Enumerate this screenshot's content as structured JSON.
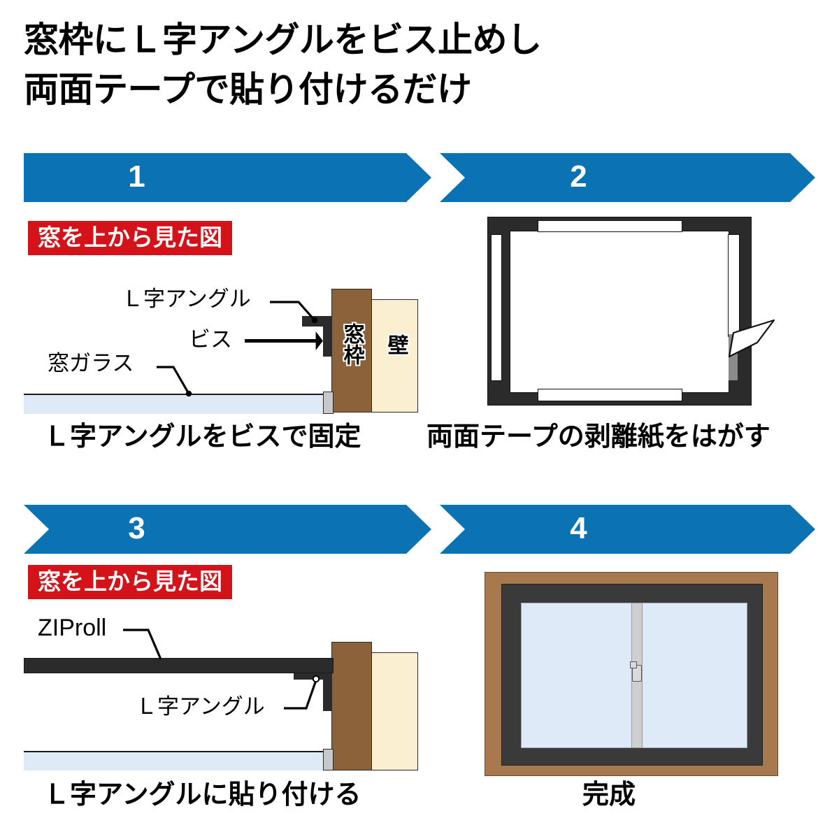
{
  "title": {
    "line1": "窓枠にＬ字アングルをビス止めし",
    "line2": "両面テープで貼り付けるだけ"
  },
  "steps": [
    {
      "number": "1",
      "badge": "窓を上から見た図",
      "caption": "Ｌ字アングルをビスで固定",
      "labels": {
        "l_angle": "Ｌ字アングル",
        "screw": "ビス",
        "glass": "窓ガラス",
        "frame": "窓枠",
        "wall": "壁"
      }
    },
    {
      "number": "2",
      "caption": "両面テープの剥離紙をはがす"
    },
    {
      "number": "3",
      "badge": "窓を上から見た図",
      "caption": "Ｌ字アングルに貼り付ける",
      "labels": {
        "product": "ZIProll",
        "l_angle": "Ｌ字アングル"
      }
    },
    {
      "number": "4",
      "caption": "完成"
    }
  ],
  "colors": {
    "banner_blue": "#0B72B3",
    "badge_red": "#D3121A",
    "frame_brown": "#8B6239",
    "wall_cream": "#FBEFD2",
    "glass_blue": "#DEEAF8",
    "angle_black": "#2B2B2B",
    "window_outer_brown": "#A8794F",
    "window_sash_dark": "#3A3A3A"
  }
}
